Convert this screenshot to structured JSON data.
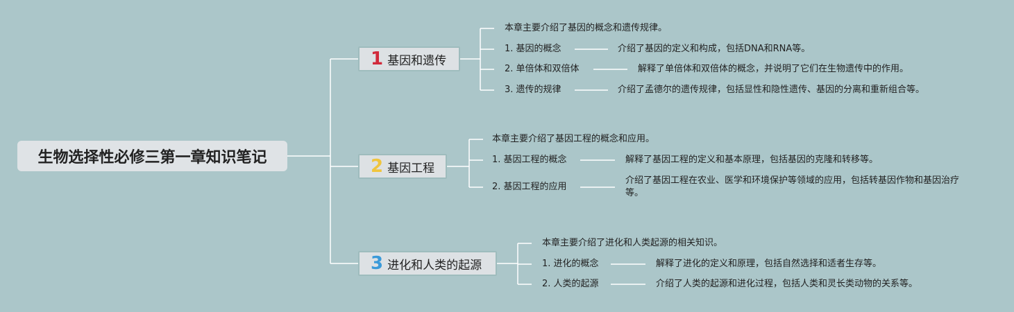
{
  "root": {
    "title": "生物选择性必修三第一章知识笔记"
  },
  "colors": {
    "background": "#abc6c9",
    "num1": "#d12a3b",
    "num2": "#f0c53e",
    "num3": "#3a9ad9",
    "line": "#ffffff"
  },
  "branches": [
    {
      "num": "1",
      "title": "基因和遗传",
      "intro": "本章主要介绍了基因的概念和遗传规律。",
      "items": [
        {
          "label": "1. 基因的概念",
          "desc": "介绍了基因的定义和构成，包括DNA和RNA等。"
        },
        {
          "label": "2. 单倍体和双倍体",
          "desc": "解释了单倍体和双倍体的概念，并说明了它们在生物遗传中的作用。"
        },
        {
          "label": "3. 遗传的规律",
          "desc": "介绍了孟德尔的遗传规律，包括显性和隐性遗传、基因的分离和重新组合等。"
        }
      ]
    },
    {
      "num": "2",
      "title": "基因工程",
      "intro": "本章主要介绍了基因工程的概念和应用。",
      "items": [
        {
          "label": "1. 基因工程的概念",
          "desc": "解释了基因工程的定义和基本原理，包括基因的克隆和转移等。"
        },
        {
          "label": "2. 基因工程的应用",
          "desc": "介绍了基因工程在农业、医学和环境保护等领域的应用，包括转基因作物和基因治疗等。"
        }
      ]
    },
    {
      "num": "3",
      "title": "进化和人类的起源",
      "intro": "本章主要介绍了进化和人类起源的相关知识。",
      "items": [
        {
          "label": "1. 进化的概念",
          "desc": "解释了进化的定义和原理，包括自然选择和适者生存等。"
        },
        {
          "label": "2. 人类的起源",
          "desc": "介绍了人类的起源和进化过程，包括人类和灵长类动物的关系等。"
        }
      ]
    }
  ]
}
